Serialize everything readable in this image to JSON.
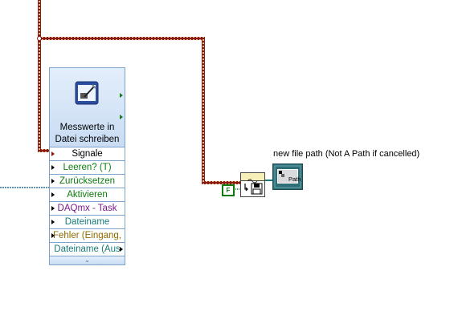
{
  "express_vi": {
    "title_line1": "Messwerte in",
    "title_line2": "Datei schreiben",
    "terminals": [
      {
        "label": "Signale",
        "color": "#000000"
      },
      {
        "label": "Leeren? (T)",
        "color": "#0e7a0e"
      },
      {
        "label": "Zurücksetzen",
        "color": "#0e7a0e"
      },
      {
        "label": "Aktivieren",
        "color": "#0e7a0e"
      },
      {
        "label": "DAQmx - Task",
        "color": "#7a1a8a"
      },
      {
        "label": "Dateiname",
        "color": "#1a7a7a"
      },
      {
        "label": "Fehler (Eingang,",
        "color": "#8a6a00"
      },
      {
        "label": "Dateiname (Aus",
        "color": "#1a7a7a"
      }
    ],
    "expander_glyph": "⌄"
  },
  "false_constant": {
    "label": "F"
  },
  "path_indicator": {
    "caption": "new file path (Not A Path if cancelled)",
    "icon_text": "Path"
  },
  "colors": {
    "error_wire": "#8a1a1a",
    "error_wire_stripe": "#e6c07a",
    "dynamic_wire": "#2a6e9a",
    "vi_border": "#7da2cc"
  }
}
